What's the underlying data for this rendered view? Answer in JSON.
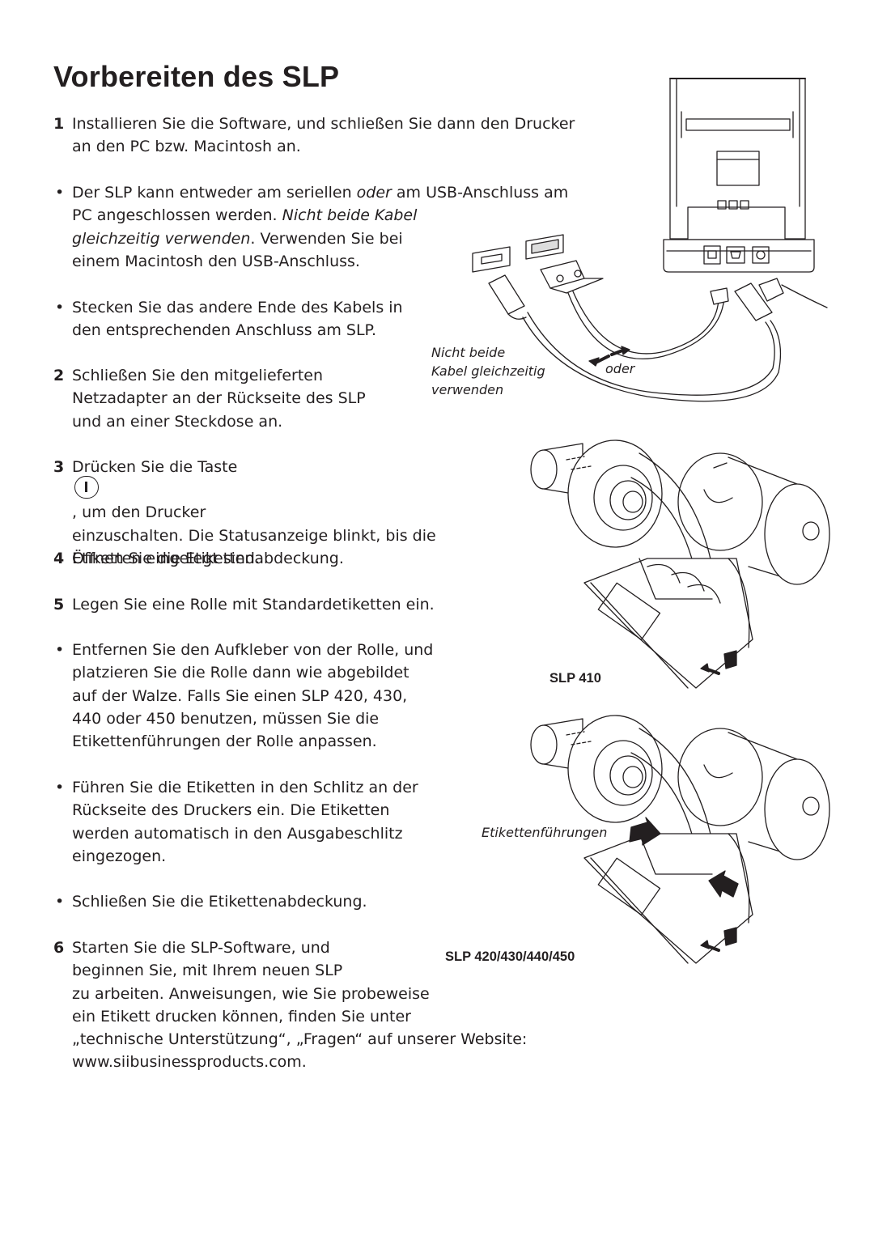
{
  "page": {
    "title": "Vorbereiten des SLP"
  },
  "steps": [
    {
      "marker": "1",
      "lines": [
        "Installieren Sie die Software, und schließen Sie dann den Drucker",
        "an den PC bzw. Macintosh an."
      ]
    },
    {
      "marker": "•",
      "lines_rich": [
        [
          "Der SLP kann entweder am seriellen ",
          {
            "i": "oder"
          },
          " am USB-Anschluss am"
        ],
        [
          "PC angeschlossen werden. ",
          {
            "i": "Nicht beide Kabel"
          }
        ],
        [
          {
            "i": "gleichzeitig verwenden"
          },
          ". Verwenden Sie bei"
        ],
        [
          "einem Macintosh den USB-Anschluss."
        ]
      ]
    },
    {
      "marker": "•",
      "lines": [
        "Stecken Sie das andere Ende des Kabels in",
        "den entsprechenden Anschluss am SLP."
      ]
    },
    {
      "marker": "2",
      "lines": [
        "Schließen Sie den mitgelieferten",
        "Netzadapter an der Rückseite des SLP",
        "und an einer Steckdose an."
      ]
    },
    {
      "marker": "3",
      "line1_before": "Drücken Sie die Taste",
      "line1_after": ", um den Drucker",
      "lines": [
        "einzuschalten. Die Statusanzeige blinkt, bis die",
        "Etiketten eingelegt sind."
      ]
    },
    {
      "marker": "4",
      "lines": [
        "Öffnen Sie die Etikettenabdeckung."
      ]
    },
    {
      "marker": "5",
      "lines": [
        "Legen Sie eine Rolle mit Standardetiketten ein."
      ]
    },
    {
      "marker": "•",
      "lines": [
        "Entfernen Sie den Aufkleber von der Rolle, und",
        "platzieren Sie die Rolle dann wie abgebildet",
        "auf der Walze. Falls Sie einen SLP 420, 430,",
        "440 oder 450 benutzen, müssen Sie die",
        "Etikettenführungen der Rolle anpassen."
      ]
    },
    {
      "marker": "•",
      "lines": [
        "Führen Sie die Etiketten in den Schlitz an der",
        "Rückseite des Druckers ein. Die Etiketten",
        "werden automatisch in den Ausgabeschlitz",
        "eingezogen."
      ]
    },
    {
      "marker": "•",
      "lines": [
        "Schließen Sie die Etikettenabdeckung."
      ]
    },
    {
      "marker": "6",
      "lines": [
        "Starten Sie die SLP-Software, und",
        "beginnen Sie, mit Ihrem neuen SLP",
        "zu arbeiten. Anweisungen, wie Sie probeweise",
        "ein Etikett drucken können, finden Sie unter",
        "„technische Unterstützung“, „Fragen“ auf unserer Website:",
        "www.siibusinessproducts.com."
      ]
    }
  ],
  "figures": {
    "cables": {
      "caption_lines": [
        "Nicht beide",
        "Kabel gleichzeitig",
        "verwenden"
      ],
      "or_label": "oder"
    },
    "slp410": {
      "model_label": "SLP 410"
    },
    "slp420": {
      "guides_label": "Etikettenführungen",
      "model_label": "SLP 420/430/440/450"
    }
  },
  "colors": {
    "ink": "#231f20",
    "background": "#ffffff"
  }
}
